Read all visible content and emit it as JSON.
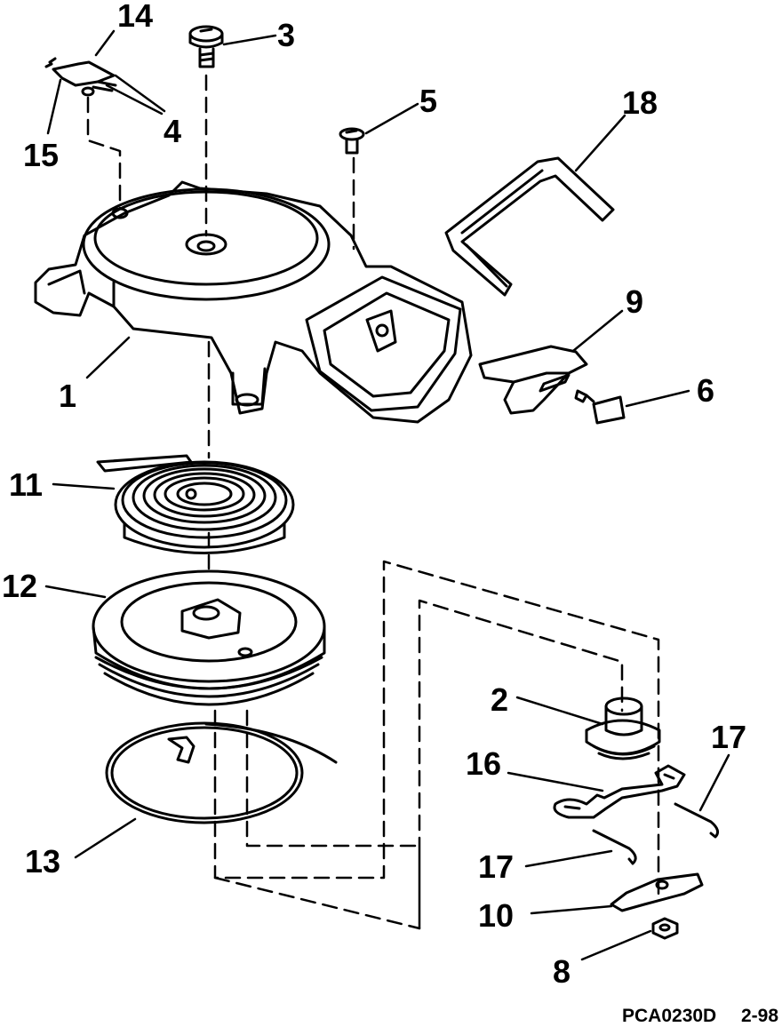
{
  "callouts": {
    "c1": "1",
    "c2": "2",
    "c3": "3",
    "c4": "4",
    "c5": "5",
    "c6": "6",
    "c8": "8",
    "c9": "9",
    "c10": "10",
    "c11": "11",
    "c12": "12",
    "c13": "13",
    "c14": "14",
    "c15": "15",
    "c16": "16",
    "c17a": "17",
    "c17b": "17",
    "c18": "18"
  },
  "footer": {
    "code": "PCA0230D",
    "date": "2-98"
  }
}
